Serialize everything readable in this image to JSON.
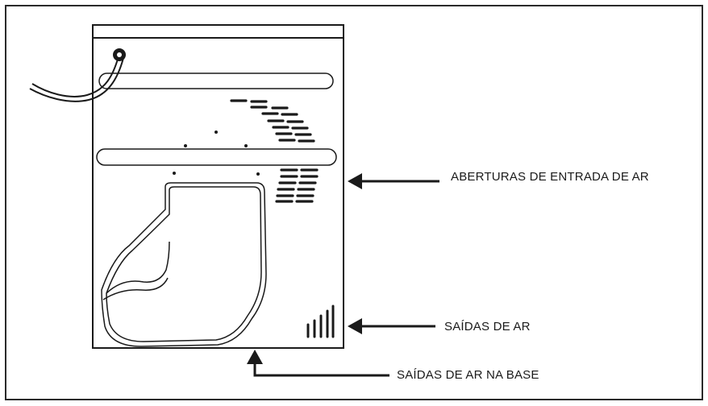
{
  "labels": {
    "inlet": "ABERTURAS DE ENTRADA DE AR",
    "outlet": "SAÍDAS DE AR",
    "base_outlet": "SAÍDAS DE AR NA BASE"
  },
  "colors": {
    "line": "#1a1a1a",
    "background": "#ffffff"
  }
}
